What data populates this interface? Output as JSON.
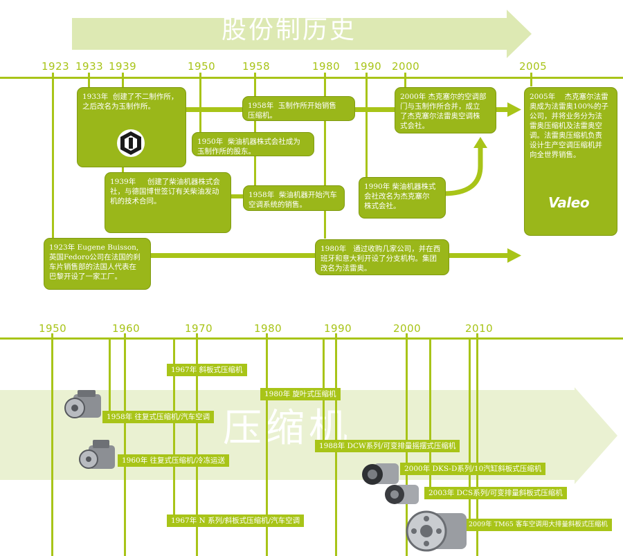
{
  "colors": {
    "accent": "#a8c418",
    "accent_dark": "#9ab71a",
    "faint": "#e6efcc",
    "white": "#ffffff"
  },
  "top": {
    "title": "股份制历史",
    "years": [
      "1923",
      "1933",
      "1939",
      "1950",
      "1958",
      "1980",
      "1990",
      "2000",
      "2005"
    ],
    "events": [
      {
        "id": "1933",
        "text": "1933年  创建了不二制作所，\n之后改名为玉制作所。"
      },
      {
        "id": "1958a",
        "text": "1958年  玉制作所开始销售\n压缩机。"
      },
      {
        "id": "2000",
        "text": "2000年 杰克塞尔的空调部\n门与玉制作所合并，成立\n了杰克塞尔法雷奥空调株\n式会社。"
      },
      {
        "id": "2005",
        "text": "2005年    杰克塞尔法雷\n奥成为法雷奥100%的子\n公司，并将业务分为法\n雷奥压缩机及法雷奥空\n调。法雷奥压缩机负责\n设计生产空调压缩机并\n向全世界销售。"
      },
      {
        "id": "1950",
        "text": "1950年  柴油机器株式会社成为\n玉制作所的股东。"
      },
      {
        "id": "1939",
        "text": "1939年     创建了柴油机器株式会\n社，与德国博世签订有关柴油发动\n机的技术合同。"
      },
      {
        "id": "1958b",
        "text": "1958年  柴油机器开始汽车\n空调系统的销售。"
      },
      {
        "id": "1990",
        "text": "1990年 柴油机器株式\n会社改名为杰克塞尔\n株式会社。"
      },
      {
        "id": "1923",
        "text": "1923年 Eugene Buisson,\n英国Fedoro公司在法国的刹\n车片销售部的法国人代表在\n巴黎开设了一家工厂。"
      },
      {
        "id": "1980",
        "text": "1980年   通过收购几家公司，并在西\n班牙和意大利开设了分支机构。集团\n改名为法雷奥。"
      }
    ],
    "brand_logo": "Valeo",
    "company_icon": "hexagon-logo-icon"
  },
  "bottom": {
    "watermark": "压缩机",
    "years": [
      "1950",
      "1960",
      "1970",
      "1980",
      "1990",
      "2000",
      "2010"
    ],
    "events": [
      {
        "id": "1967a",
        "text": "1967年 斜板式压缩机"
      },
      {
        "id": "1980",
        "text": "1980年 旋叶式压缩机"
      },
      {
        "id": "1958",
        "text": "1958年 往复式压缩机/汽车空调"
      },
      {
        "id": "1988",
        "text": "1988年 DCW系列/可变排量摇摆式压缩机"
      },
      {
        "id": "1960",
        "text": "1960年 往复式压缩机/冷冻运送"
      },
      {
        "id": "2000",
        "text": "2000年 DKS-D系列/10汽缸斜板式压缩机"
      },
      {
        "id": "2003",
        "text": "2003年 DCS系列/可变排量斜板式压缩机"
      },
      {
        "id": "1967b",
        "text": "1967年 N 系列/斜板式压缩机/汽车空调"
      },
      {
        "id": "2009",
        "text": "2009年 TM65 客车空调用大排量斜板式压缩机"
      }
    ],
    "product_images": [
      "compressor-icon",
      "compressor-icon",
      "compressor-icon",
      "compressor-icon",
      "compressor-icon"
    ]
  }
}
